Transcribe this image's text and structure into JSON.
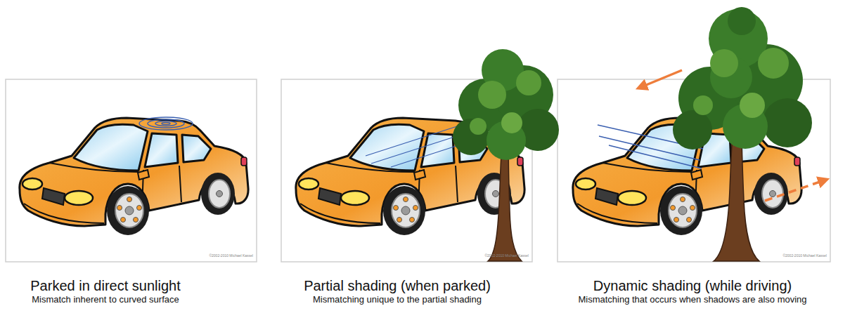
{
  "diagram": {
    "labels": [
      "©2002-2010 Michael Kassel",
      "©2002-2010 Michael Kassel",
      "©2002-2010 Michael Kassel",
      "Parked in direct sunlight",
      "Mismatch inherent to curved surface",
      "Partial shading (when parked)",
      "Mismatching unique to the partial shading",
      "Dynamic shading (while driving)",
      "Mismatching that occurs when shadows are also moving"
    ]
  }
}
